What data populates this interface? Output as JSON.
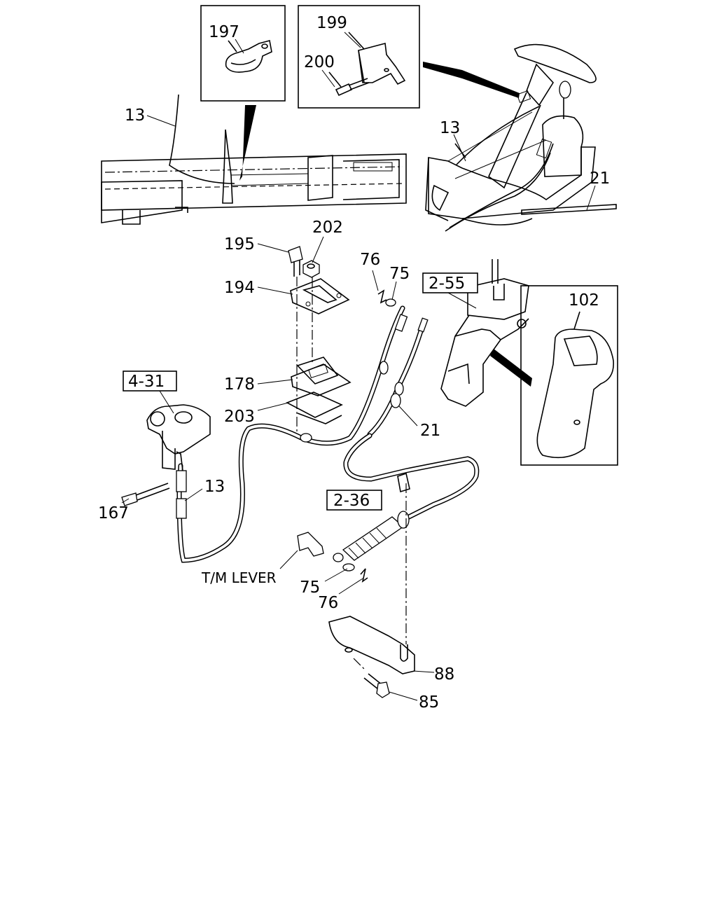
{
  "labels": {
    "p197": "197",
    "p199": "199",
    "p200": "200",
    "p13_top": "13",
    "p13_right": "13",
    "p21_top": "21",
    "p195": "195",
    "p202": "202",
    "p194": "194",
    "p76_top": "76",
    "p75_top": "75",
    "p2_55": "2-55",
    "p102": "102",
    "p4_31": "4-31",
    "p178": "178",
    "p203": "203",
    "p21_mid": "21",
    "p13_mid": "13",
    "p167": "167",
    "p2_36": "2-36",
    "tm_lever": "T/M LEVER",
    "p75_bot": "75",
    "p76_bot": "76",
    "p88": "88",
    "p85": "85"
  }
}
